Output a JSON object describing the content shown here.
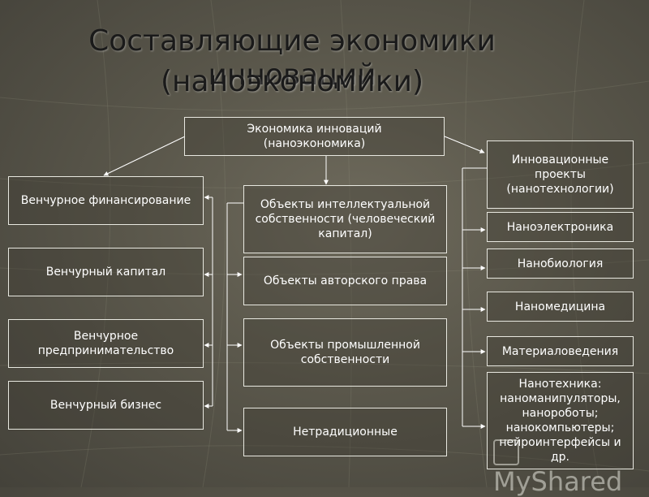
{
  "title": {
    "line1": "Составляющие экономики инноваций",
    "line2": "(наноэкономики)"
  },
  "root": {
    "line1": "Экономика инноваций",
    "line2": "(наноэкономика)"
  },
  "left": [
    "Венчурное финансирование",
    "Венчурный капитал",
    "Венчурное предпринимательство",
    "Венчурный бизнес"
  ],
  "middle": [
    "Объекты интеллектуальной собственности (человеческий капитал)",
    "Объекты авторского права",
    "Объекты промышленной собственности",
    "Нетрадиционные"
  ],
  "right": [
    "Инновационные проекты (нанотехнологии)",
    "Наноэлектроника",
    "Нанобиология",
    "Наномедицина",
    "Материаловедения",
    "Нанотехника: наноманипуляторы, нанороботы; нанокомпьютеры; нейроинтерфейсы и др."
  ],
  "watermark": {
    "text": "MyShared",
    "icon": "myshared-logo-icon"
  },
  "colors": {
    "box_border": "#e8e8e0",
    "box_text": "#ffffff",
    "title_text": "#1a1a1a",
    "background": "#5a574b"
  }
}
